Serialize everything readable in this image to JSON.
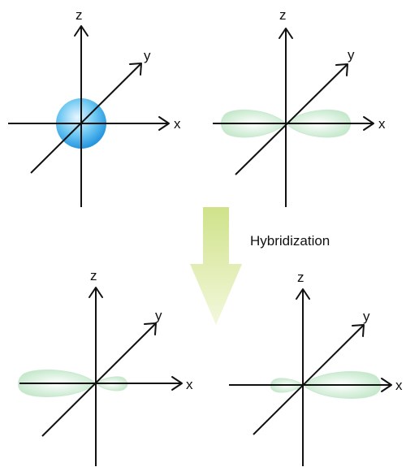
{
  "colors": {
    "s_orbital_center": "#e8f6ff",
    "s_orbital_mid": "#6cc7f2",
    "s_orbital_edge": "#1e90dd",
    "p_lobe_center": "#ffffff",
    "p_lobe_edge": "#bfe6c6",
    "p_lobe_stroke": "#c9e8cf",
    "arrow_top": "#cfe28a",
    "arrow_bottom": "#f3f8dd",
    "axis": "#111111"
  },
  "axes": {
    "x_label": "x",
    "y_label": "y",
    "z_label": "z"
  },
  "transition": {
    "label": "Hybridization",
    "icon": "down-arrow-icon"
  },
  "panels": [
    {
      "orbital": "s"
    },
    {
      "orbital": "p"
    },
    {
      "orbital": "sp hybrid, large lobe toward -x"
    },
    {
      "orbital": "sp hybrid, large lobe toward +x"
    }
  ]
}
